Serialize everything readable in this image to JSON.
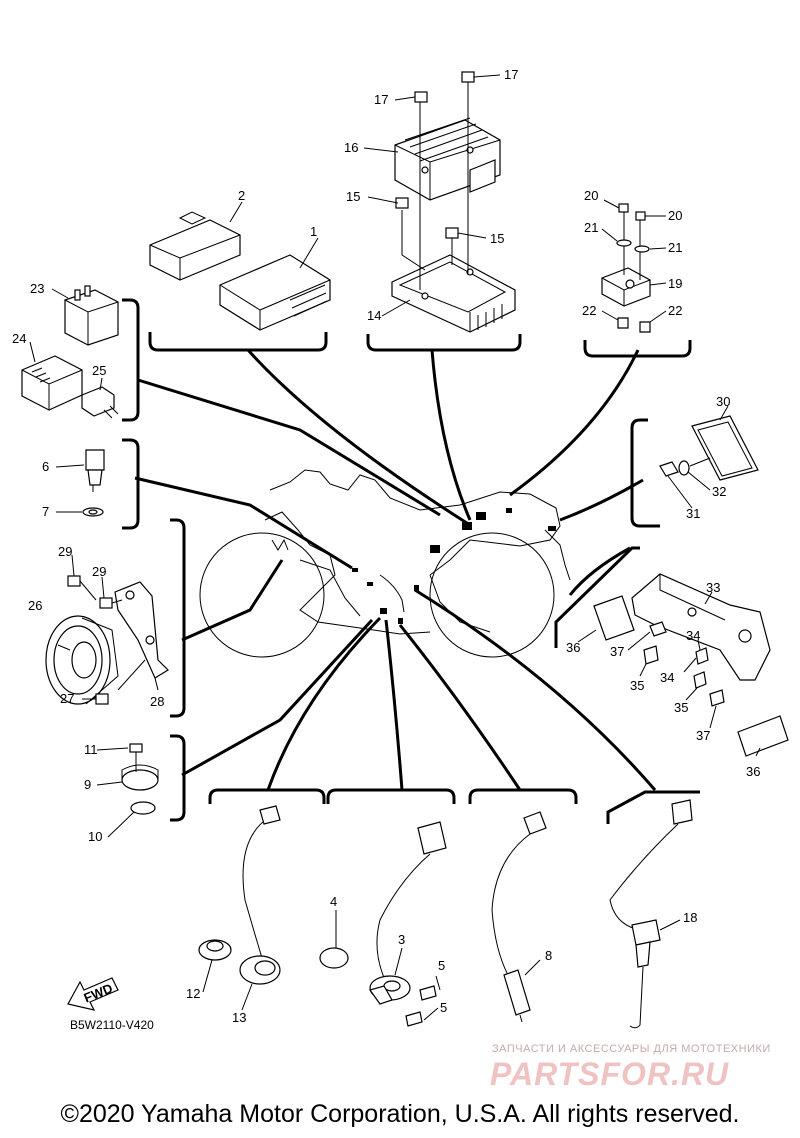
{
  "diagram": {
    "doc_code": "B5W2110-V420",
    "fwd_label": "FWD",
    "watermark_sub": "ЗАПЧАСТИ И АКСЕССУАРЫ ДЛЯ МОТОТЕХНИКИ",
    "watermark_logo": "PARTSFOR.RU",
    "copyright": "©2020 Yamaha Motor Corporation, U.S.A. All rights reserved."
  },
  "callouts": [
    "1",
    "2",
    "3",
    "4",
    "5",
    "5",
    "6",
    "7",
    "8",
    "9",
    "10",
    "11",
    "12",
    "13",
    "14",
    "15",
    "15",
    "16",
    "17",
    "17",
    "18",
    "19",
    "20",
    "20",
    "21",
    "21",
    "22",
    "22",
    "23",
    "24",
    "25",
    "26",
    "27",
    "28",
    "29",
    "29",
    "30",
    "31",
    "32",
    "33",
    "34",
    "34",
    "35",
    "35",
    "36",
    "36",
    "37",
    "37"
  ]
}
